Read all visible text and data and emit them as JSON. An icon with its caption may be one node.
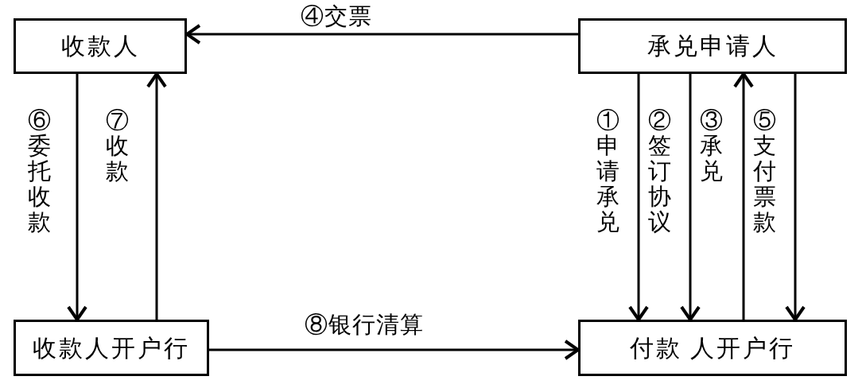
{
  "diagram": {
    "nodes": [
      {
        "text": [
          "收款人"
        ]
      },
      {
        "text": [
          "承兑申请人"
        ]
      },
      {
        "text": [
          "收款人开户行"
        ]
      },
      {
        "text": [
          "付款 人开户行"
        ]
      }
    ],
    "edges": [
      {
        "from": 1,
        "to": 3,
        "arrow": "to",
        "label": "①申请承兑"
      },
      {
        "from": 1,
        "to": 3,
        "arrow": "to",
        "label": "②签订协议"
      },
      {
        "from": 3,
        "to": 1,
        "arrow": "to",
        "label": "③承兑"
      },
      {
        "from": 1,
        "to": 0,
        "arrow": "to",
        "label": "④交票"
      },
      {
        "from": 1,
        "to": 3,
        "arrow": "to",
        "label": "⑤支付票款"
      },
      {
        "from": 0,
        "to": 2,
        "arrow": "to",
        "label": "⑥委托收款"
      },
      {
        "from": 2,
        "to": 0,
        "arrow": "to",
        "label": "⑦收款"
      },
      {
        "from": 2,
        "to": 3,
        "arrow": "to",
        "label": "⑧银行清算"
      }
    ]
  }
}
